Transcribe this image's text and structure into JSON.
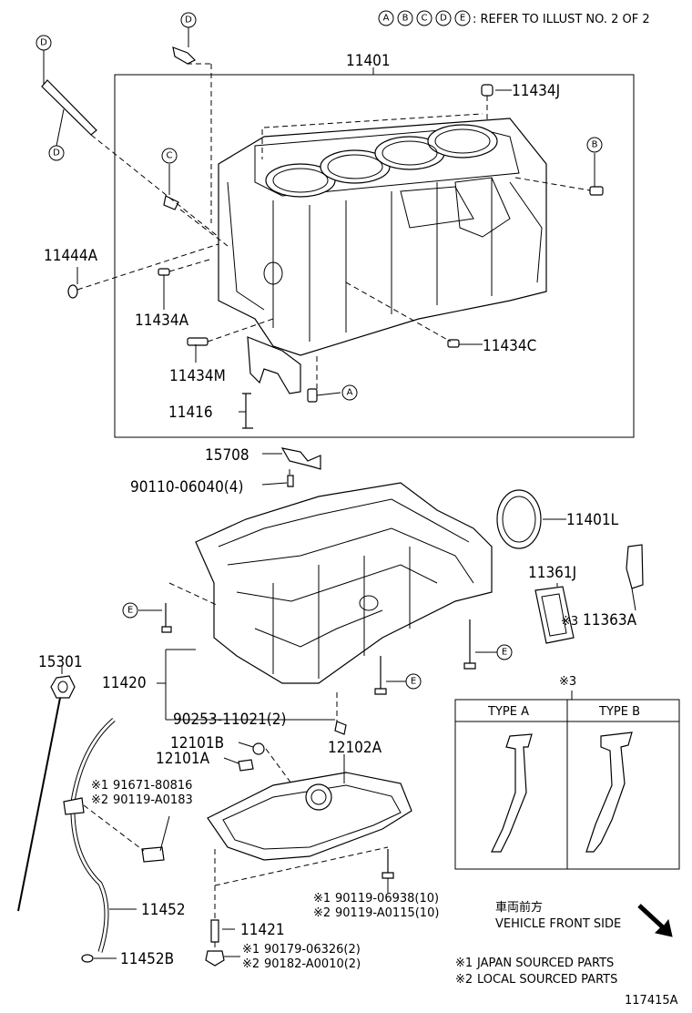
{
  "header": {
    "ref_letters": [
      "A",
      "B",
      "C",
      "D",
      "E"
    ],
    "ref_text": ": REFER TO ILLUST NO. 2 OF 2"
  },
  "parts": {
    "p11401": "11401",
    "p11434J": "11434J",
    "p11444A": "11444A",
    "p11434A": "11434A",
    "p11434C": "11434C",
    "p11434M": "11434M",
    "p11416": "11416",
    "p15708": "15708",
    "p90110": "90110-06040(4)",
    "p11401L": "11401L",
    "p11361J": "11361J",
    "p11363A": "11363A",
    "p11363A_mark": "※3",
    "p15301": "15301",
    "p11420": "11420",
    "p90253": "90253-11021(2)",
    "p12101B": "12101B",
    "p12101A": "12101A",
    "p12102A": "12102A",
    "p91671": "91671-80816",
    "p91671_mark": "※1",
    "p90119a": "90119-A0183",
    "p90119a_mark": "※2",
    "p90119b": "90119-06938(10)",
    "p90119b_mark": "※1",
    "p90119c": "90119-A0115(10)",
    "p90119c_mark": "※2",
    "p11452": "11452",
    "p11421": "11421",
    "p90179": "90179-06326(2)",
    "p90179_mark": "※1",
    "p90182": "90182-A0010(2)",
    "p90182_mark": "※2",
    "p11452B": "11452B"
  },
  "circles": {
    "D1": "D",
    "D2": "D",
    "D3": "D",
    "C1": "C",
    "B1": "B",
    "A1": "A",
    "E1": "E",
    "E2": "E",
    "E3": "E"
  },
  "type_box": {
    "mark": "※3",
    "type_a": "TYPE A",
    "type_b": "TYPE B"
  },
  "front": {
    "jp": "車両前方",
    "en": "VEHICLE FRONT SIDE"
  },
  "notes": {
    "n1_mark": "※1",
    "n1": "JAPAN SOURCED PARTS",
    "n2_mark": "※2",
    "n2": "LOCAL SOURCED PARTS"
  },
  "figure_id": "117415A"
}
